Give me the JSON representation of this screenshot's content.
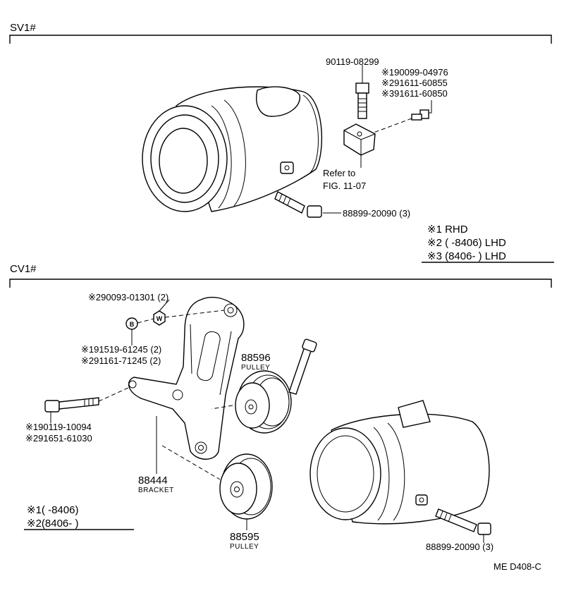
{
  "sections": {
    "sv1": {
      "title": "SV1#"
    },
    "cv1": {
      "title": "CV1#"
    }
  },
  "sv1_labels": {
    "bolt_top": "90119-08299",
    "ref1": "※190099-04976",
    "ref2": "※291611-60855",
    "ref3": "※391611-60850",
    "refer_line1": "Refer to",
    "refer_line2": "FIG. 11-07",
    "mount_bolt": "88899-20090 (3)"
  },
  "sv1_notes": {
    "n1": "※1 RHD",
    "n2": "※2 (        -8406) LHD",
    "n3": "※3 (8406-          ) LHD"
  },
  "cv1_labels": {
    "nut_ref": "※290093-01301 (2)",
    "washer_letter": "W",
    "bolt_letter": "B",
    "bracket_bolt1": "※191519-61245 (2)",
    "bracket_bolt2": "※291161-71245 (2)",
    "pulley_top_no": "88596",
    "pulley_top_name": "PULLEY",
    "left_bolt1": "※190119-10094",
    "left_bolt2": "※291651-61030",
    "bracket_no": "88444",
    "bracket_name": "BRACKET",
    "pulley_bottom_no": "88595",
    "pulley_bottom_name": "PULLEY",
    "mount_bolt": "88899-20090 (3)"
  },
  "cv1_notes": {
    "n1": "※1(        -8406)",
    "n2": "※2(8406-          )"
  },
  "footer": {
    "code": "ME D408-C"
  }
}
